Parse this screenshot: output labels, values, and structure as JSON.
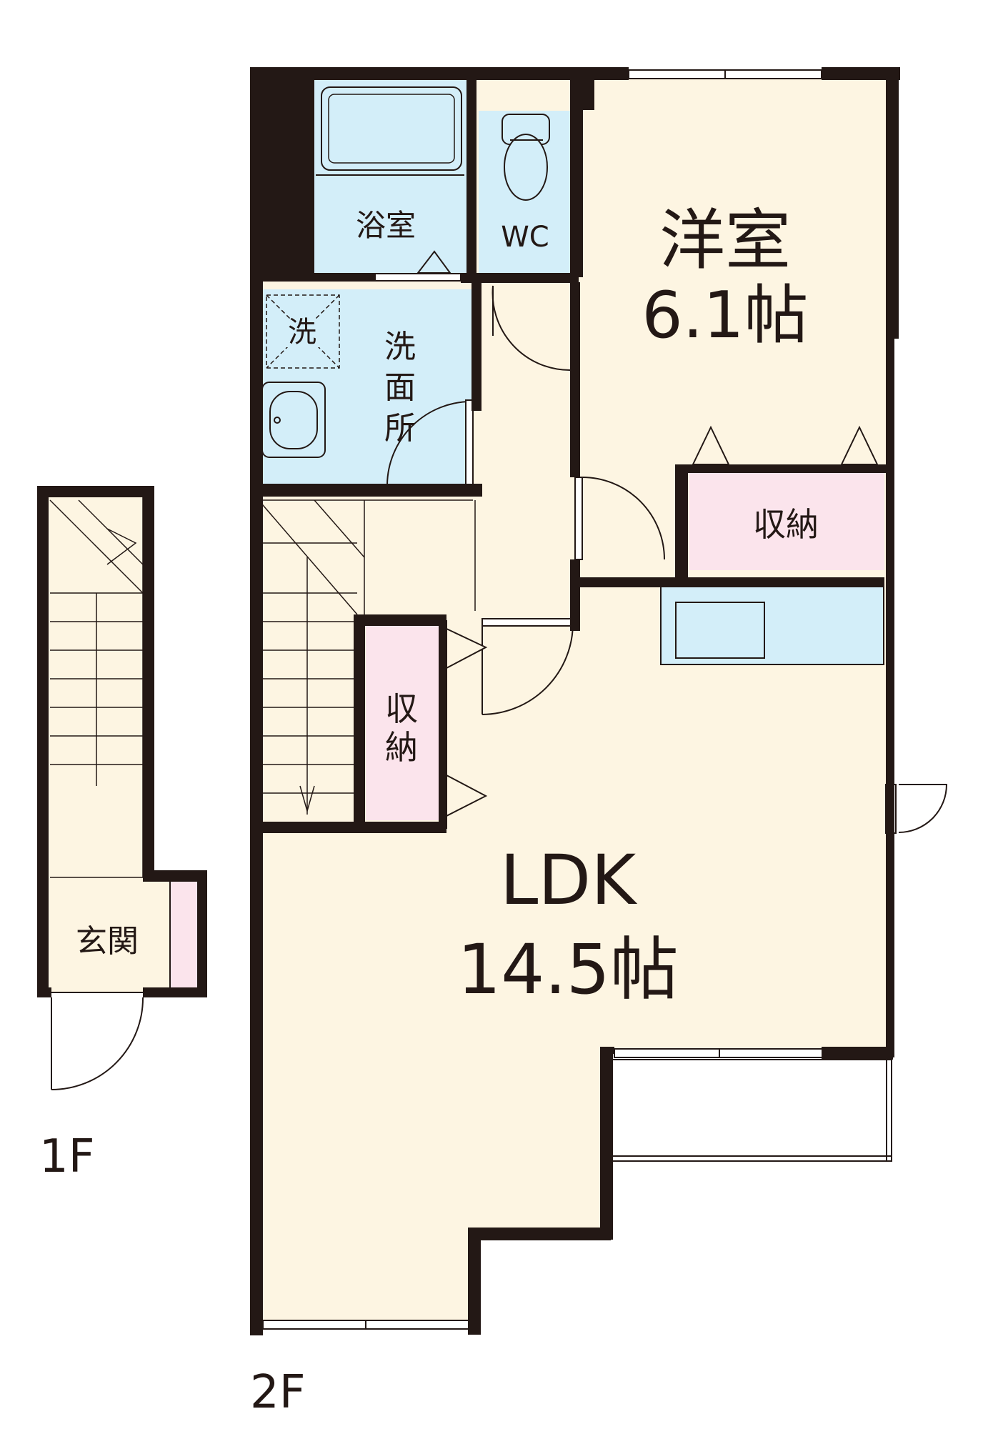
{
  "colors": {
    "wall": "#231815",
    "floor": "#fdf5e2",
    "water": "#d3eef9",
    "storage": "#fbe4ec",
    "line": "#231815"
  },
  "floors": {
    "first": {
      "label": "1F",
      "rooms": {
        "entrance": "玄関"
      }
    },
    "second": {
      "label": "2F",
      "rooms": {
        "bath": "浴室",
        "wc": "WC",
        "washroom_chars": [
          "洗",
          "面",
          "所"
        ],
        "washer": "洗",
        "western_room": "洋室",
        "western_room_size": "6.1帖",
        "closet_western": "収納",
        "closet_hall_chars": [
          "収",
          "納"
        ],
        "ldk": "LDK",
        "ldk_size": "14.5帖"
      }
    }
  }
}
